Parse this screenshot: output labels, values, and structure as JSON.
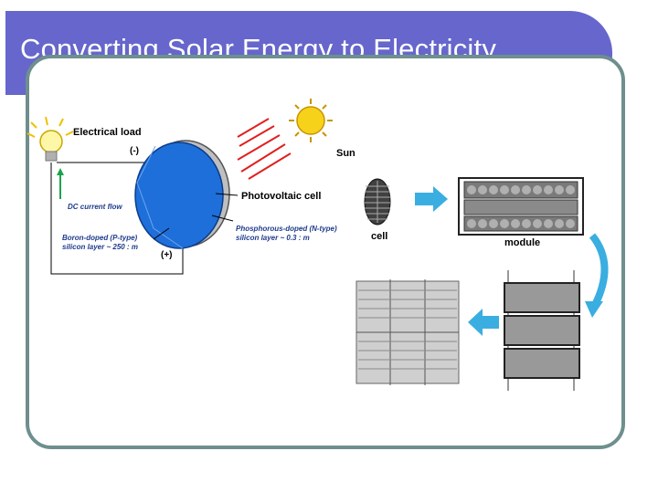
{
  "slide": {
    "title": "Converting Solar Energy to Electricity"
  },
  "pv_diagram": {
    "electrical_load": "Electrical load",
    "minus": "(-)",
    "plus": "(+)",
    "sun": "Sun",
    "photovoltaic_cell": "Photovoltaic cell",
    "dc_current_flow": "DC current flow",
    "p_type_line1": "Boron-doped (P-type)",
    "p_type_line2": "silicon layer ~ 250 : m",
    "n_type_line1": "Phosphorous-doped (N-type)",
    "n_type_line2": "silicon layer ~ 0.3 : m"
  },
  "assembly_diagram": {
    "cell": "cell",
    "module": "module"
  },
  "colors": {
    "title_bar": "#6666cc",
    "frame": "#6e8f8e",
    "cell_blue": "#1e6fd9",
    "arrow_cyan": "#3aaee0",
    "sun_yellow": "#f7d21a"
  }
}
